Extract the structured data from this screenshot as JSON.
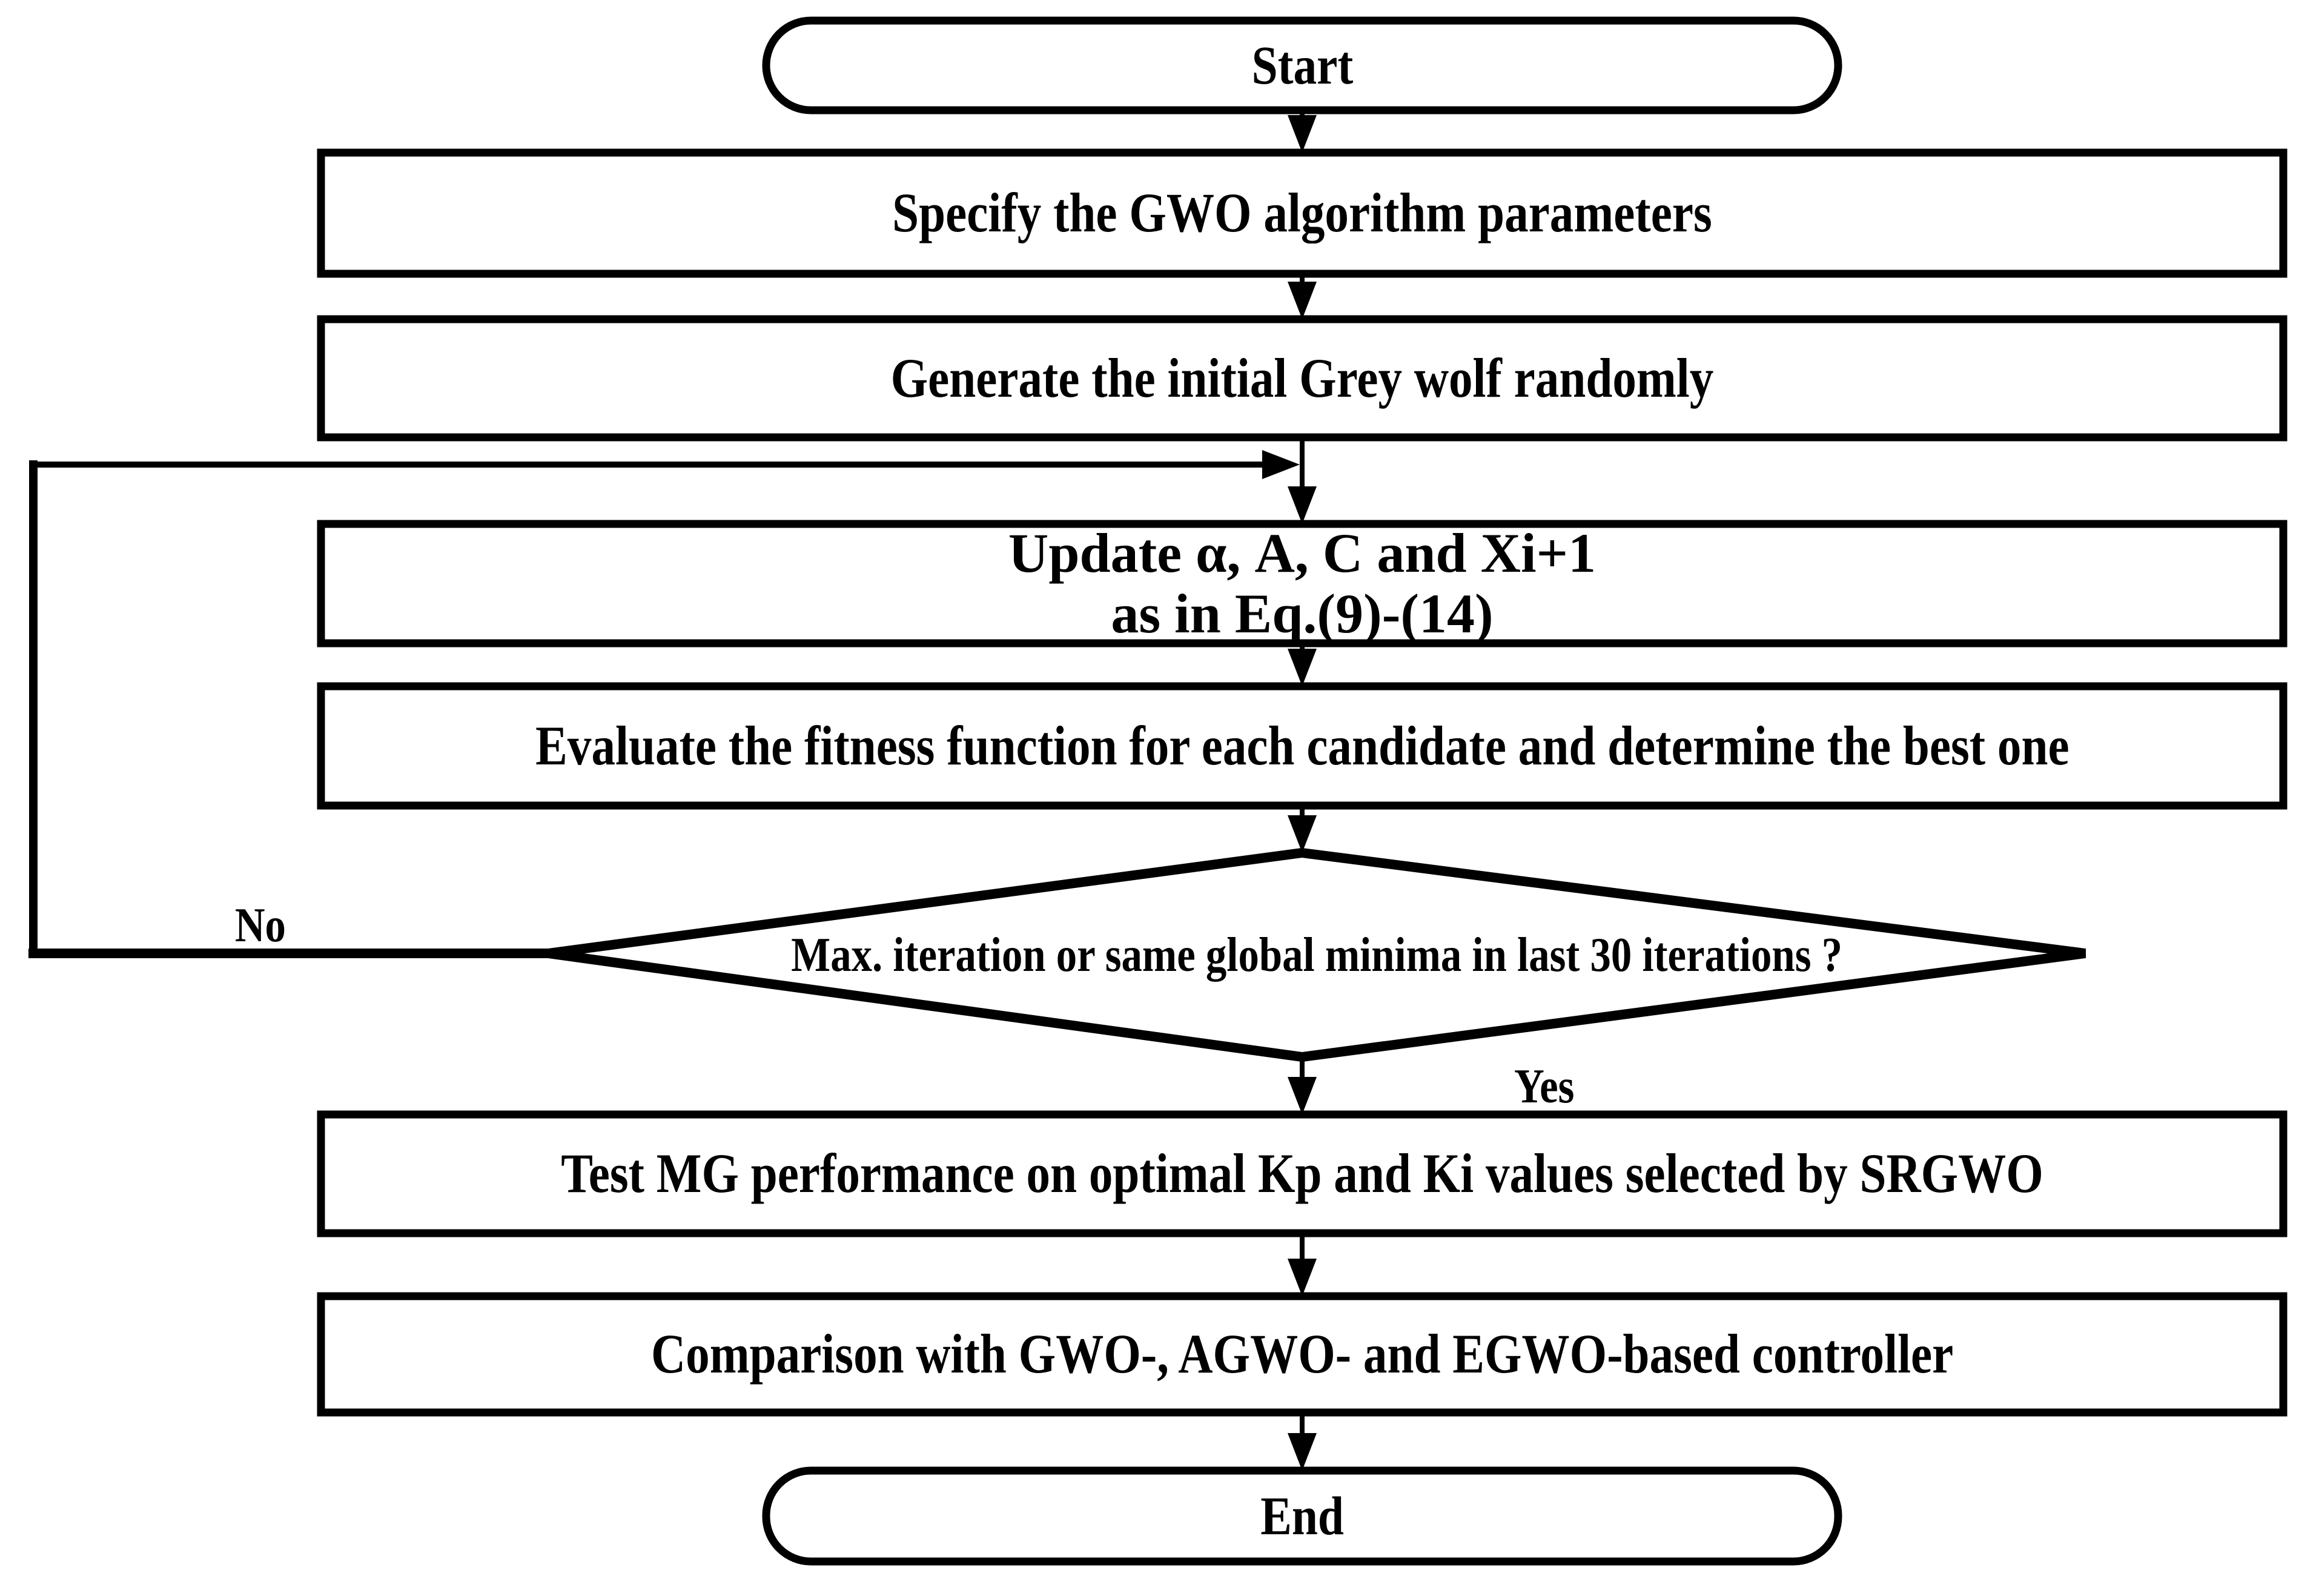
{
  "flowchart": {
    "start": "Start",
    "step_specify": "Specify the GWO algorithm parameters",
    "step_generate": "Generate the initial Grey wolf randomly",
    "step_update_line1": "Update α, A, C and Xi+1",
    "step_update_line2": "as in Eq.(9)-(14)",
    "step_evaluate": "Evaluate the fitness function for each candidate and determine the best one",
    "decision": "Max. iteration or same global minima in last 30 iterations ?",
    "label_no": "No",
    "label_yes": "Yes",
    "step_test": "Test MG performance on optimal Kp and Ki values selected by SRGWO",
    "step_compare": "Comparison with GWO-, AGWO- and EGWO-based controller",
    "end": "End"
  },
  "colors": {
    "ink": "#000000",
    "background": "#ffffff"
  }
}
